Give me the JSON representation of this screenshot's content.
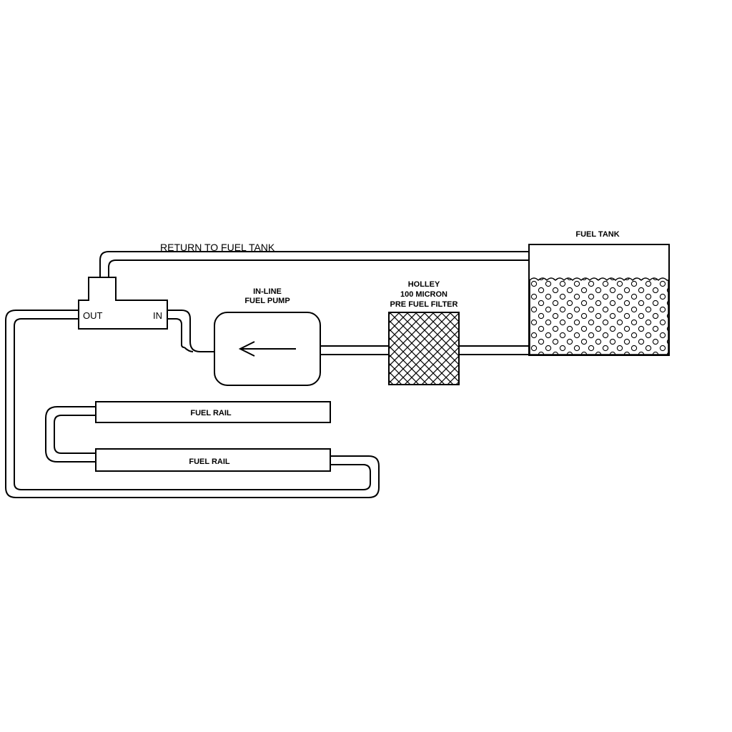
{
  "labels": {
    "return_line": "RETURN TO FUEL TANK",
    "fuel_tank": "FUEL TANK",
    "pump_line1": "IN-LINE",
    "pump_line2": "FUEL PUMP",
    "filter_line1": "HOLLEY",
    "filter_line2": "100 MICRON",
    "filter_line3": "PRE FUEL FILTER",
    "regulator_out": "OUT",
    "regulator_in": "IN",
    "fuel_rail_top": "FUEL RAIL",
    "fuel_rail_bottom": "FUEL RAIL"
  },
  "colors": {
    "ink": "#000000",
    "background": "#ffffff"
  }
}
